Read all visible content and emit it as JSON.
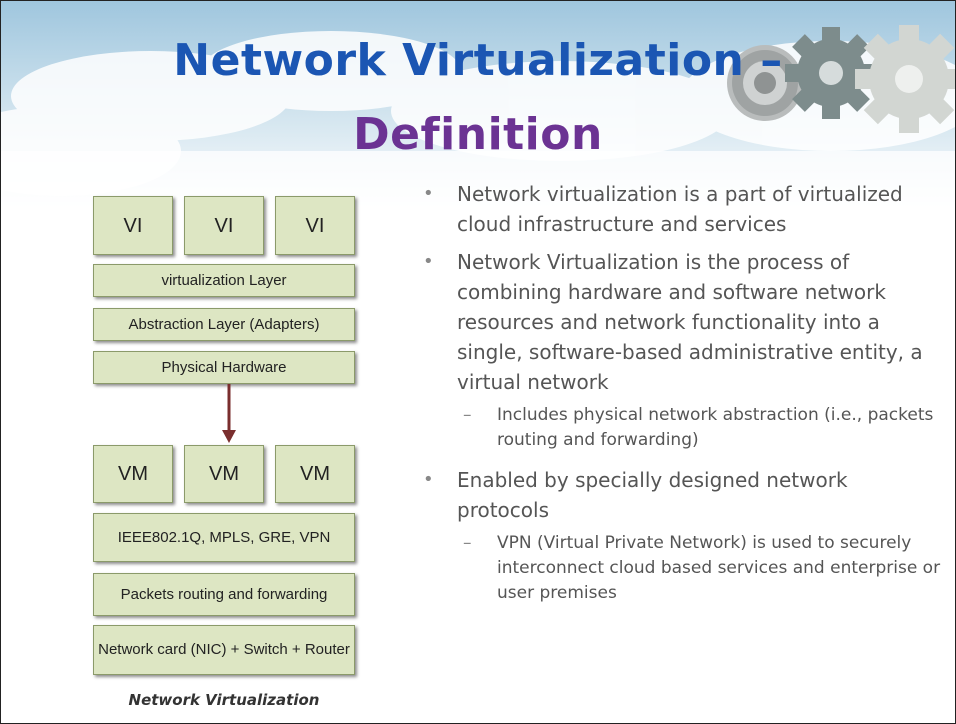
{
  "slide": {
    "title_line1": "Network Virtualization –",
    "title_line2": "Definition"
  },
  "diagram": {
    "vi_boxes": [
      "VI",
      "VI",
      "VI"
    ],
    "top_layers": [
      "virtualization Layer",
      "Abstraction Layer (Adapters)",
      "Physical Hardware"
    ],
    "vm_boxes": [
      "VM",
      "VM",
      "VM"
    ],
    "bottom_layers": [
      "IEEE802.1Q, MPLS, GRE, VPN",
      "Packets routing and forwarding",
      "Network card (NIC) + Switch + Router"
    ],
    "caption": "Network Virtualization"
  },
  "bullets": [
    {
      "level": 1,
      "text": "Network virtualization is a part of virtualized cloud infrastructure and services"
    },
    {
      "level": 1,
      "text": "Network Virtualization is the process of combining hardware and software network resources and network functionality into a single, software-based administrative entity, a virtual network"
    },
    {
      "level": 2,
      "text": "Includes physical network abstraction (i.e., packets routing and forwarding)"
    },
    {
      "level": 1,
      "text": "Enabled by specially designed network protocols"
    },
    {
      "level": 2,
      "text": "VPN (Virtual Private Network) is used to securely interconnect cloud based services and enterprise or user premises"
    }
  ],
  "colors": {
    "title_blue": "#1b56b3",
    "title_purple": "#6b3393",
    "box_fill": "#dde6c3",
    "box_border": "#8b9a6a",
    "arrow": "#7a2e2e",
    "body_text": "#555555"
  },
  "icons": [
    "gears-decoration-icon",
    "down-arrow-icon"
  ]
}
